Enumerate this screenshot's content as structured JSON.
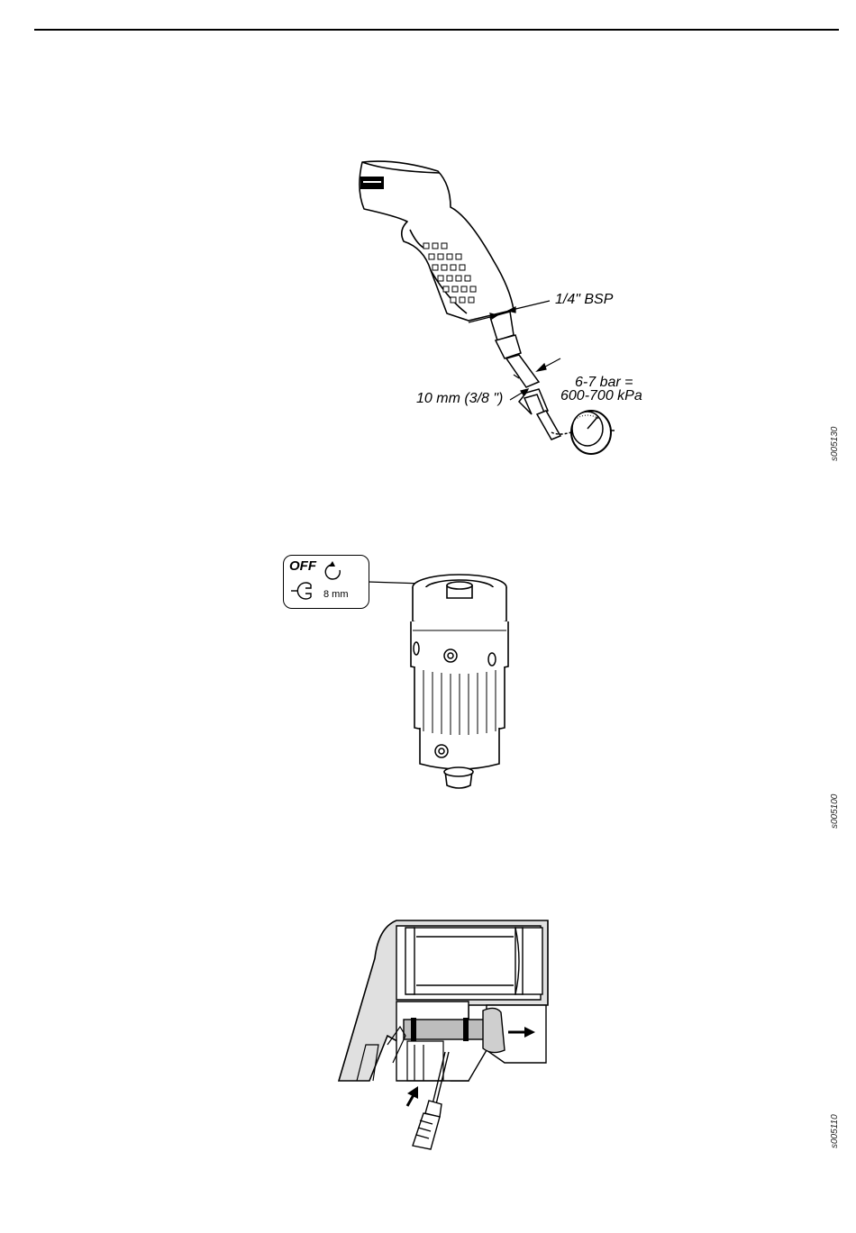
{
  "figures": [
    {
      "id": "air-connection",
      "labels": {
        "thread": "1/4\" BSP",
        "pressure_line1": "6-7 bar =",
        "pressure_line2": "600-700 kPa",
        "hose": "10 mm (3/8 \")"
      },
      "code": "s005130",
      "icons": [
        "atlas-copco-logo-icon",
        "pressure-gauge-icon",
        "air-flow-arrow-icon"
      ]
    },
    {
      "id": "chuck-removal",
      "callout": {
        "off_label": "OFF",
        "wrench_size": "8 mm"
      },
      "code": "s005100",
      "icons": [
        "counter-clockwise-arrow-icon",
        "wrench-icon"
      ]
    },
    {
      "id": "trigger-pin-removal",
      "code": "s005110",
      "icons": [
        "screwdriver-icon",
        "push-arrow-icon",
        "pull-arrow-icon"
      ]
    }
  ]
}
